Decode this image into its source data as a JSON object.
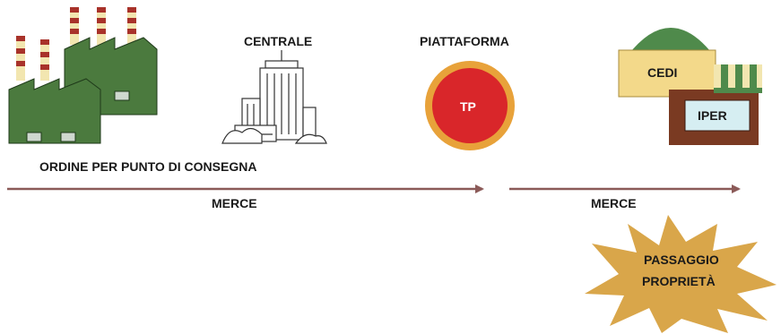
{
  "labels": {
    "centrale": "CENTRALE",
    "piattaforma": "PIATTAFORMA",
    "tp": "TP",
    "cedi": "CEDI",
    "iper": "IPER",
    "ordine": "ORDINE PER PUNTO DI CONSEGNA",
    "merce_left": "MERCE",
    "merce_right": "MERCE",
    "passaggio_line1": "PASSAGGIO",
    "passaggio_line2": "PROPRIETÀ"
  },
  "icons": {
    "factory": "factory-icon",
    "office": "office-building-icon",
    "platform": "platform-circle-icon",
    "warehouse": "warehouse-icon",
    "store": "store-icon",
    "burst": "starburst-icon"
  },
  "colors": {
    "arrow": "#8b5a58",
    "tp_ring": "#e8a23a",
    "tp_fill": "#d9262a",
    "factory_wall": "#4b7a3e",
    "factory_chimney_red": "#a8322a",
    "factory_chimney_cream": "#f2e6b0",
    "cedi_dome": "#4f8a4b",
    "cedi_box": "#f3d98a",
    "store_wood": "#7a3a22",
    "store_glass": "#d6eef2",
    "burst": "#d9a64a"
  }
}
